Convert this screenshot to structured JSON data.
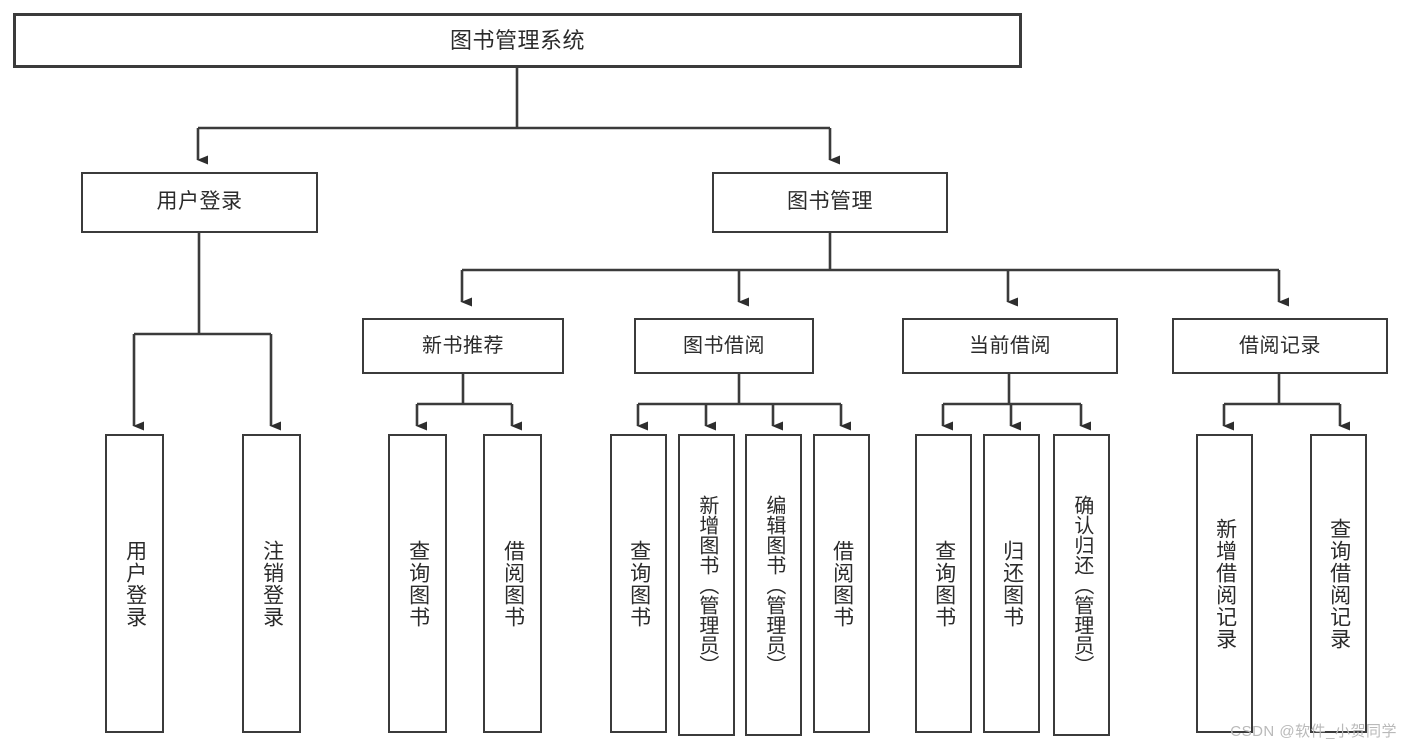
{
  "diagram": {
    "title": "图书管理系统",
    "type": "tree",
    "root": {
      "label": "图书管理系统"
    },
    "level2": [
      {
        "label": "用户登录"
      },
      {
        "label": "图书管理"
      }
    ],
    "level3": [
      {
        "label": "新书推荐"
      },
      {
        "label": "图书借阅"
      },
      {
        "label": "当前借阅"
      },
      {
        "label": "借阅记录"
      }
    ],
    "leaves": {
      "user_login": [
        {
          "label": "用户登录"
        },
        {
          "label": "注销登录"
        }
      ],
      "new_book_recommend": [
        {
          "label": "查询图书"
        },
        {
          "label": "借阅图书"
        }
      ],
      "book_borrow": [
        {
          "label": "查询图书"
        },
        {
          "label": "新增图书（管理员）"
        },
        {
          "label": "编辑图书（管理员）"
        },
        {
          "label": "借阅图书"
        }
      ],
      "current_borrow": [
        {
          "label": "查询图书"
        },
        {
          "label": "归还图书"
        },
        {
          "label": "确认归还（管理员）"
        }
      ],
      "borrow_record": [
        {
          "label": "新增借阅记录"
        },
        {
          "label": "查询借阅记录"
        }
      ]
    }
  },
  "watermark": {
    "text": "CSDN @软件_小贺同学"
  },
  "colors": {
    "stroke": "#3b3b3b",
    "box_fill": "#ffffff",
    "text": "#2b2b2b",
    "watermark": "#b9b9b9"
  }
}
